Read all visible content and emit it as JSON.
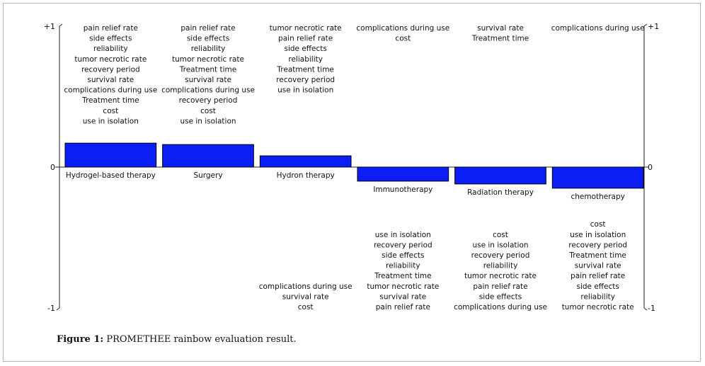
{
  "caption": {
    "label": "Figure 1:",
    "text": " PROMETHEE rainbow evaluation result."
  },
  "chart_data": {
    "type": "bar",
    "title": "",
    "ylim": [
      -1,
      1
    ],
    "yticks": [
      "+1",
      "0",
      "-1"
    ],
    "bar_color": "#0b1ef5",
    "categories": [
      "Hydrogel-based therapy",
      "Surgery",
      "Hydron therapy",
      "Immunotherapy",
      "Radiation therapy",
      "chemotherapy"
    ],
    "values": [
      0.17,
      0.16,
      0.08,
      -0.1,
      -0.12,
      -0.15
    ],
    "positive_criteria": [
      [
        "pain relief rate",
        "side effects",
        "reliability",
        "tumor necrotic rate",
        "recovery period",
        "survival rate",
        "complications during use",
        "Treatment time",
        "cost",
        "use in isolation"
      ],
      [
        "pain relief rate",
        "side effects",
        "reliability",
        "tumor necrotic rate",
        "Treatment time",
        "survival rate",
        "complications during use",
        "recovery period",
        "cost",
        "use in isolation"
      ],
      [
        "tumor necrotic rate",
        "pain relief rate",
        "side effects",
        "reliability",
        "Treatment time",
        "recovery period",
        "use in isolation"
      ],
      [
        "complications during use",
        "cost"
      ],
      [
        "survival rate",
        "Treatment time"
      ],
      [
        "complications during use"
      ]
    ],
    "negative_criteria": [
      [],
      [],
      [
        "complications during use",
        "survival rate",
        "cost"
      ],
      [
        "use in isolation",
        "recovery period",
        "side effects",
        "reliability",
        "Treatment time",
        "tumor necrotic rate",
        "survival rate",
        "pain relief rate"
      ],
      [
        "cost",
        "use in isolation",
        "recovery period",
        "reliability",
        "tumor necrotic rate",
        "pain relief rate",
        "side effects",
        "complications during use"
      ],
      [
        "cost",
        "use in isolation",
        "recovery period",
        "Treatment time",
        "survival rate",
        "pain relief rate",
        "side effects",
        "reliability",
        "tumor necrotic rate"
      ]
    ]
  }
}
